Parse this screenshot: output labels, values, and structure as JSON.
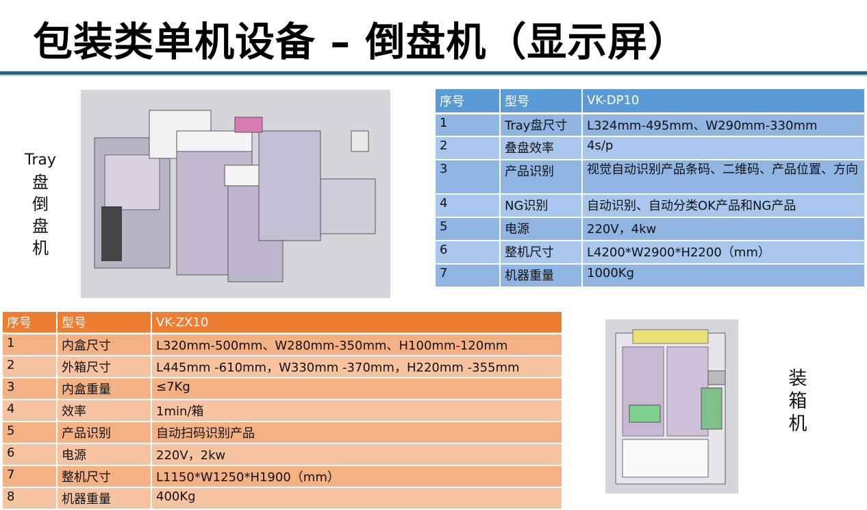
{
  "title": "包装类单机设备 – 倒盘机（显示屏）",
  "left_label": {
    "line1": "Tray",
    "line2": "盘",
    "line3": "倒",
    "line4": "盘",
    "line5": "机"
  },
  "right_label": {
    "line1": "装",
    "line2": "箱",
    "line3": "机"
  },
  "colors": {
    "blue_header": "#5b9bd5",
    "orange_header": "#ed7d31",
    "title_rule": "#2f5d84"
  },
  "table_dp": {
    "header": [
      "序号",
      "型号",
      "VK-DP10"
    ],
    "rows": [
      [
        "1",
        "Tray盘尺寸",
        "L324mm-495mm、W290mm-330mm"
      ],
      [
        "2",
        "叠盘效率",
        "4s/p"
      ],
      [
        "3",
        "产品识别",
        "视觉自动识别产品条码、二维码、产品位置、方向"
      ],
      [
        "4",
        "NG识别",
        "自动识别、自动分类OK产品和NG产品"
      ],
      [
        "5",
        "电源",
        "220V，4kw"
      ],
      [
        "6",
        "整机尺寸",
        "L4200*W2900*H2200（mm）"
      ],
      [
        "7",
        "机器重量",
        "1000Kg"
      ]
    ]
  },
  "table_zx": {
    "header": [
      "序号",
      "型号",
      "VK-ZX10"
    ],
    "rows": [
      [
        "1",
        "内盒尺寸",
        "L320mm-500mm、W280mm-350mm、H100mm-120mm"
      ],
      [
        "2",
        "外箱尺寸",
        "L445mm -610mm，W330mm -370mm，H220mm -355mm"
      ],
      [
        "3",
        "内盒重量",
        "≤7Kg"
      ],
      [
        "4",
        "效率",
        "1min/箱"
      ],
      [
        "5",
        "产品识别",
        "自动扫码识别产品"
      ],
      [
        "6",
        "电源",
        "220V，2kw"
      ],
      [
        "7",
        "整机尺寸",
        "L1150*W1250*H1900（mm）"
      ],
      [
        "8",
        "机器重量",
        "400Kg"
      ]
    ]
  }
}
